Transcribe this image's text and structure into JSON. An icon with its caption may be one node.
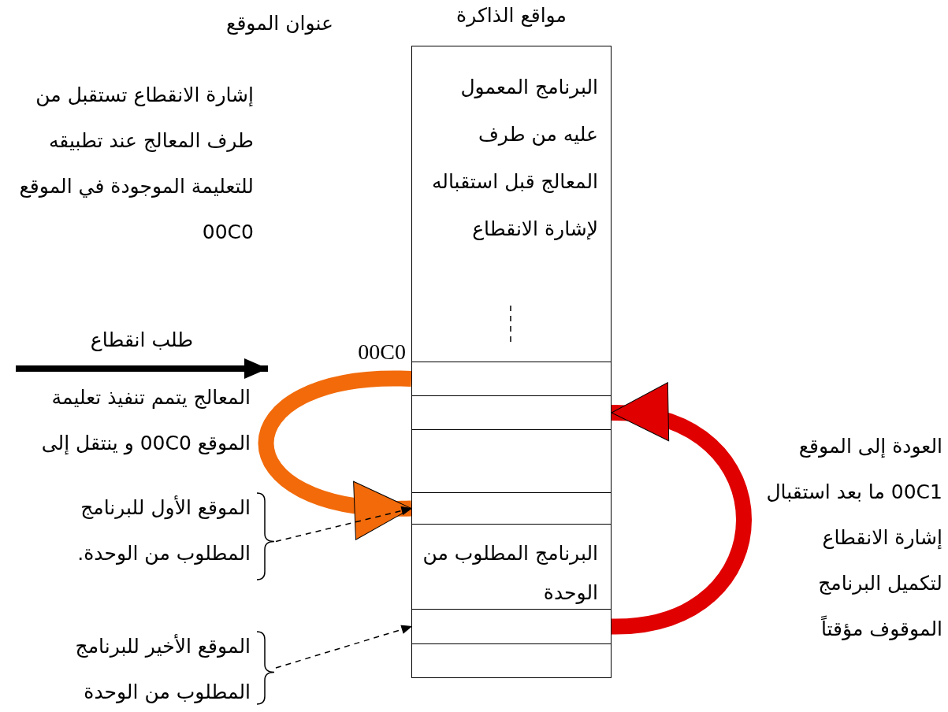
{
  "diagram": {
    "nodes": [
      {
        "text": [
          "البرنامج المعمول عليه من طرف المعالج قبل استقباله لإشارة الانقطاع"
        ]
      },
      {
        "text": [],
        "shape": "box",
        "beside": [
          "00C0"
        ]
      },
      {
        "text": [],
        "shape": "box"
      },
      {
        "text": [],
        "shape": "box"
      },
      {
        "text": [],
        "shape": "box"
      },
      {
        "text": [
          "البرنامج المطلوب من الوحدة"
        ]
      },
      {
        "text": [],
        "shape": "box"
      },
      {
        "text": [],
        "shape": "box"
      },
      {
        "text": [
          "الموقع الأول للبرنامج المطلوب من الوحدة."
        ]
      },
      {
        "text": [
          "الموقع الأخير للبرنامج المطلوب من الوحدة"
        ]
      }
    ],
    "edges": [
      {
        "from": 1,
        "to": 4,
        "arrow": "to",
        "style": "thick",
        "color": "#f26a0a"
      },
      {
        "from": 6,
        "to": 2,
        "arrow": "to",
        "style": "thick",
        "color": "#e00000"
      },
      {
        "from": 8,
        "to": 4,
        "arrow": "to",
        "style": "dashed"
      },
      {
        "from": 9,
        "to": 6,
        "arrow": "to",
        "style": "dashed"
      }
    ],
    "labels": [
      "عنوان الموقع",
      "مواقع الذاكرة",
      "إشارة الانقطاع تستقبل من طرف المعالج عند تطبيقه للتعليمة الموجودة في الموقع 00C0",
      "طلب انقطاع",
      "المعالج يتمم تنفيذ تعليمة الموقع 00C0 و ينتقل إلى",
      "العودة إلى الموقع 00C1 ما بعد استقبال إشارة الانقطاع لتكميل البرنامج الموقوف مؤقتاً"
    ]
  }
}
